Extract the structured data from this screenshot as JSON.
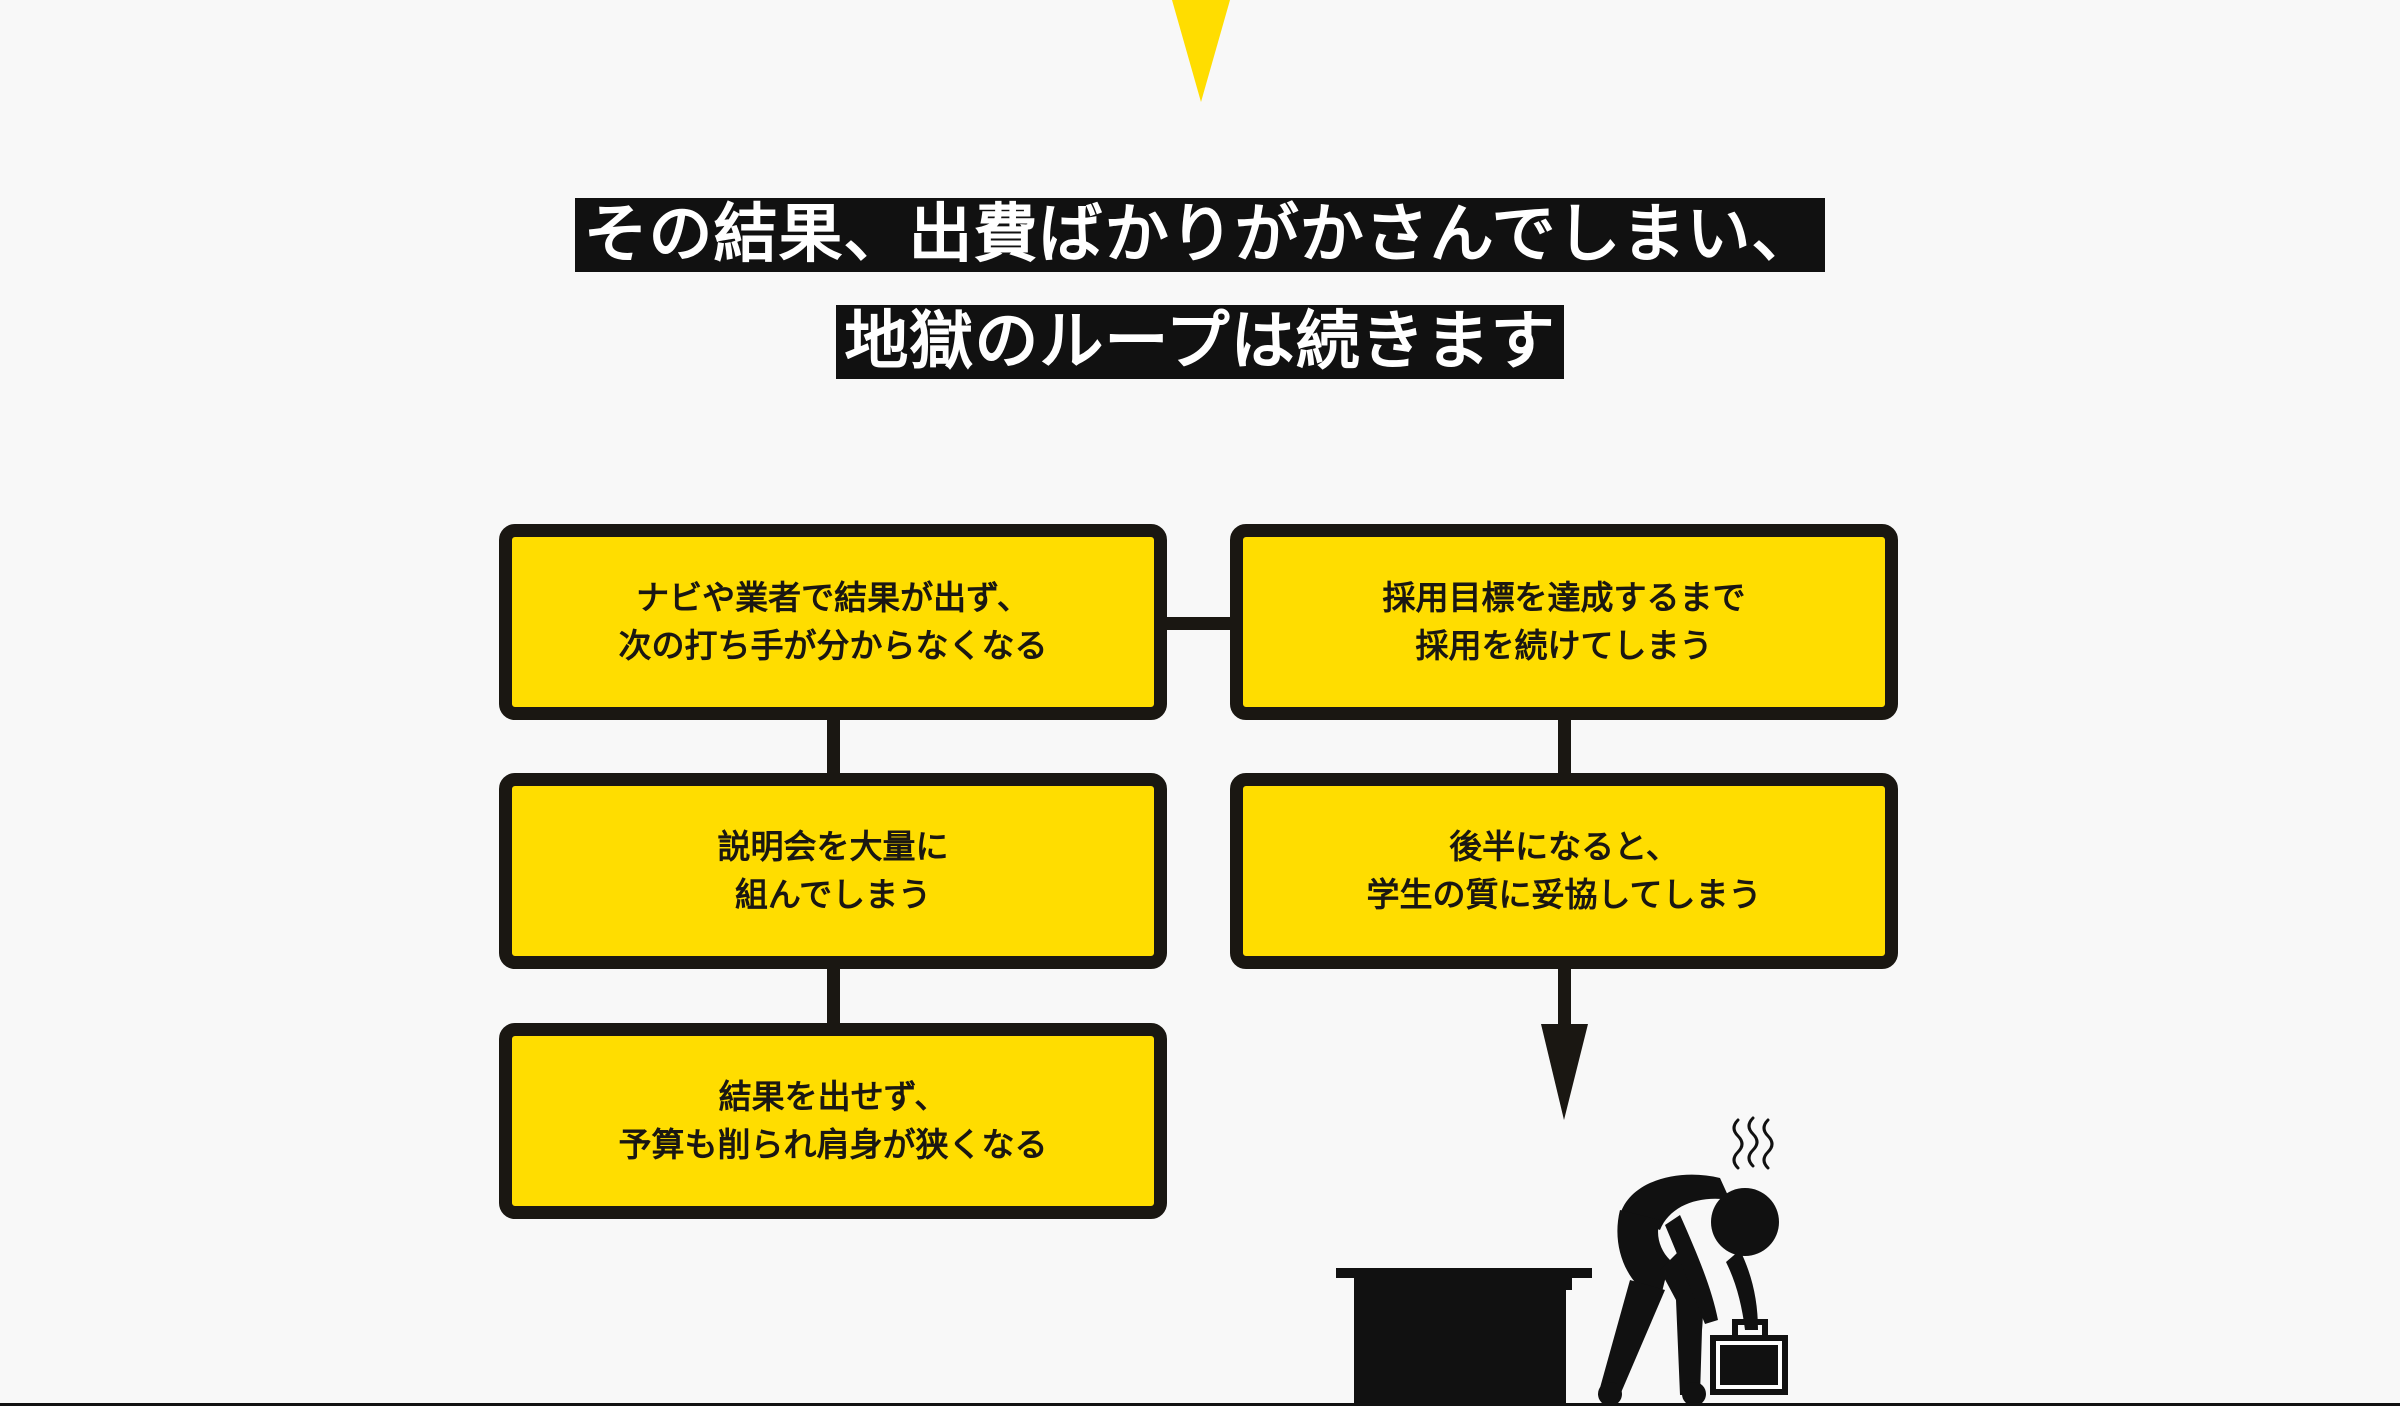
{
  "headline": {
    "line1": "その結果、出費ばかりがかさんでしまい、",
    "line2": "地獄のループは続きます"
  },
  "flow": {
    "left": [
      {
        "line1": "ナビや業者で結果が出ず、",
        "line2": "次の打ち手が分からなくなる"
      },
      {
        "line1": "説明会を大量に",
        "line2": "組んでしまう"
      },
      {
        "line1": "結果を出せず、",
        "line2": "予算も削られ肩身が狭くなる"
      }
    ],
    "right": [
      {
        "line1": "採用目標を達成するまで",
        "line2": "採用を続けてしまう"
      },
      {
        "line1": "後半になると、",
        "line2": "学生の質に妥協してしまう"
      }
    ]
  },
  "colors": {
    "accent": "#ffdd00",
    "border": "#1a1712",
    "background": "#f8f8f8",
    "headline_bg": "#111111",
    "headline_text": "#ffffff"
  },
  "icons": [
    "down-triangle-icon",
    "down-arrow-icon",
    "tired-person-icon",
    "desk-icon",
    "briefcase-icon",
    "steam-icon"
  ]
}
